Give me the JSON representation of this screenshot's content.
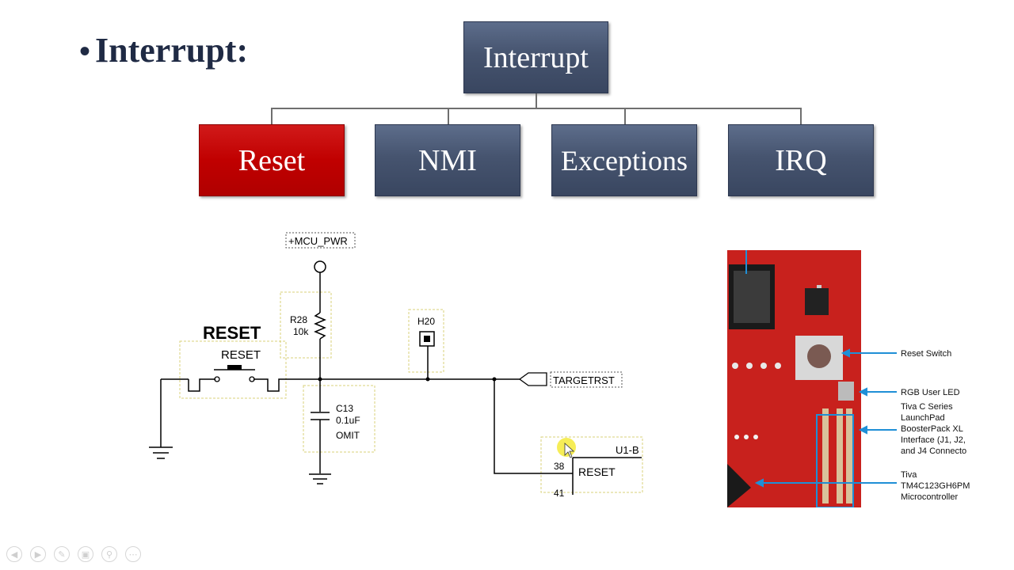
{
  "slide": {
    "bullet": "•",
    "title": "Interrupt:"
  },
  "hierarchy": {
    "root": "Interrupt",
    "children": [
      "Reset",
      "NMI",
      "Exceptions",
      "IRQ"
    ],
    "active_child": "Reset"
  },
  "schematic": {
    "power_net": "+MCU_PWR",
    "resistor_ref": "R28",
    "resistor_value": "10k",
    "switch_title": "RESET",
    "switch_label": "RESET",
    "header_ref": "H20",
    "capacitor_ref": "C13",
    "capacitor_value": "0.1uF",
    "capacitor_note": "OMIT",
    "target_net": "TARGETRST",
    "ic_ref": "U1-B",
    "ic_pin": "38",
    "ic_pin_next": "41",
    "ic_pin_name": "RESET"
  },
  "board": {
    "labels": {
      "reset_switch": "Reset Switch",
      "rgb_led": "RGB User LED",
      "boosterpack": [
        "Tiva C Series",
        "LaunchPad",
        "BoosterPack XL",
        "Interface (J1, J2,",
        "and J4 Connecto"
      ],
      "microcontroller": [
        "Tiva",
        "TM4C123GH6PM",
        "Microcontroller"
      ]
    }
  },
  "colors": {
    "box_fill": "#46546f",
    "active_fill": "#c00000",
    "title_color": "#1f2a44",
    "callout_color": "#1f8fd6"
  },
  "nav_icons": [
    "prev-icon",
    "next-icon",
    "pen-icon",
    "slides-icon",
    "zoom-icon",
    "more-icon"
  ]
}
